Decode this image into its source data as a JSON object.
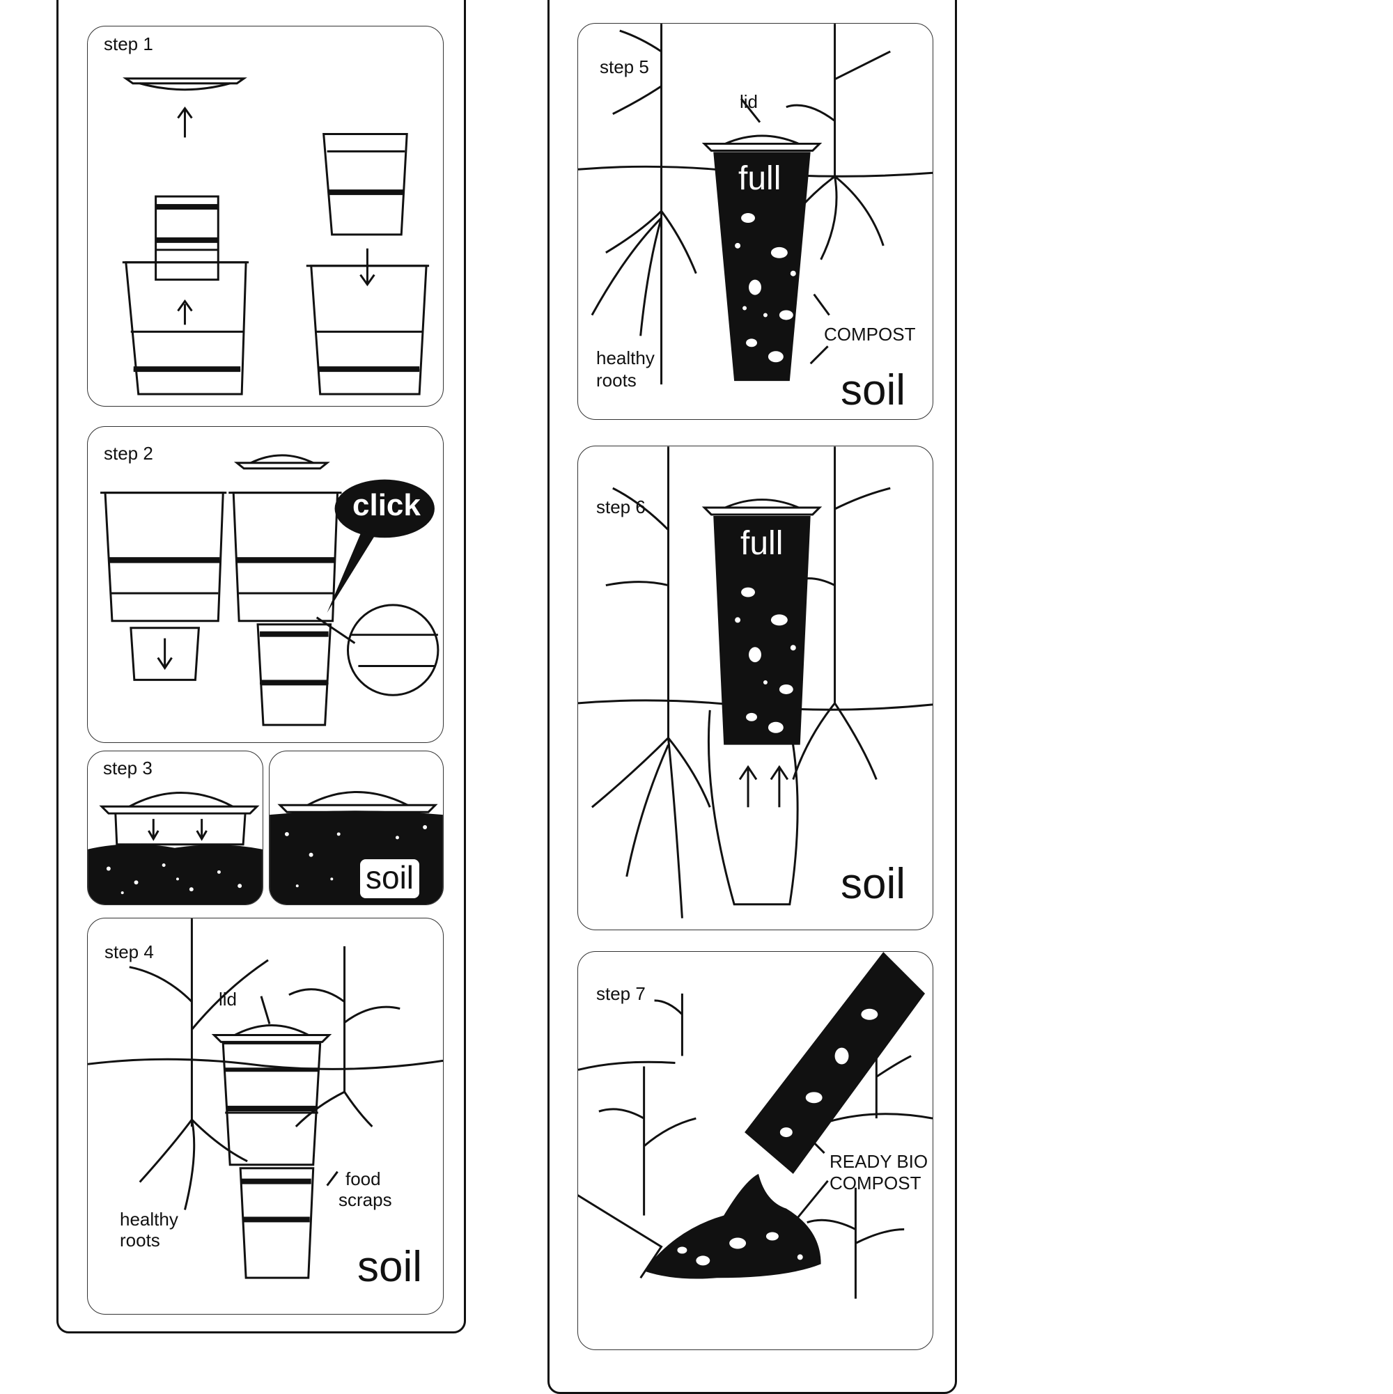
{
  "steps": {
    "s1": {
      "title": "step 1"
    },
    "s2": {
      "title": "step 2",
      "callout": "click"
    },
    "s3": {
      "title": "step 3",
      "soil": "soil"
    },
    "s4": {
      "title": "step 4",
      "lid": "lid",
      "food_1": "food",
      "food_2": "scraps",
      "roots_1": "healthy",
      "roots_2": "roots",
      "soil": "soil"
    },
    "s5": {
      "title": "step 5",
      "lid": "lid",
      "full": "full",
      "compost": "COMPOST",
      "roots_1": "healthy",
      "roots_2": "roots",
      "soil": "soil"
    },
    "s6": {
      "title": "step 6",
      "full": "full",
      "soil": "soil"
    },
    "s7": {
      "title": "step 7",
      "ready_1": "READY BIO",
      "ready_2": "COMPOST"
    }
  }
}
